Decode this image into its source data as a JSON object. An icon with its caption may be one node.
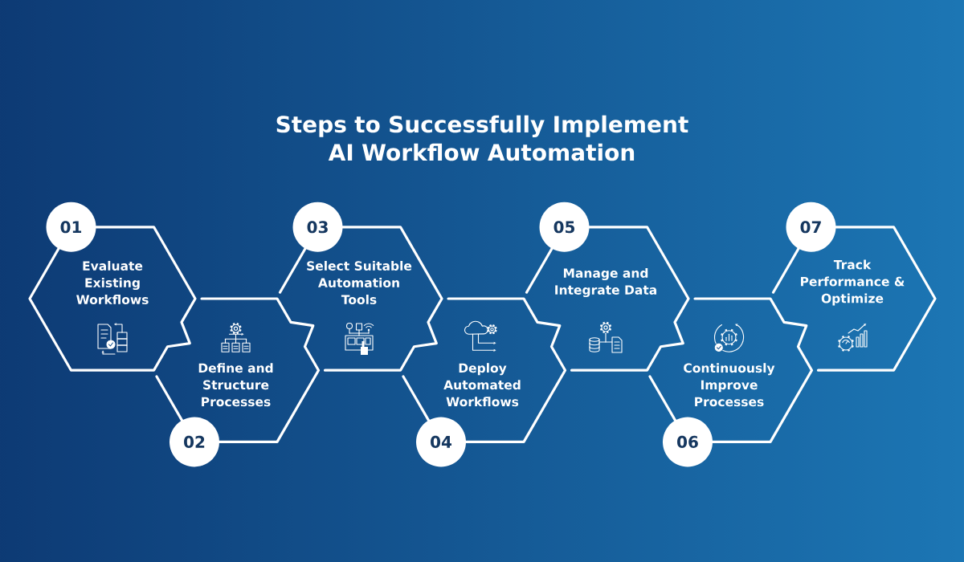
{
  "diagram": {
    "title": "Steps to Successfully Implement AI Workflow Automation",
    "nodes": [
      {
        "text": [
          "01"
        ]
      },
      {
        "text": [
          "Evaluate Existing Workflows"
        ]
      },
      {
        "text": [
          "02"
        ]
      },
      {
        "text": [
          "Define and Structure Processes"
        ]
      },
      {
        "text": [
          "03"
        ]
      },
      {
        "text": [
          "Select Suitable Automation Tools"
        ]
      },
      {
        "text": [
          "04"
        ]
      },
      {
        "text": [
          "Deploy Automated Workflows"
        ]
      },
      {
        "text": [
          "05"
        ]
      },
      {
        "text": [
          "Manage and Integrate Data"
        ]
      },
      {
        "text": [
          "06"
        ]
      },
      {
        "text": [
          "Continuously Improve Processes"
        ]
      },
      {
        "text": [
          "07"
        ]
      },
      {
        "text": [
          "Track Performance & Optimize"
        ]
      }
    ]
  }
}
